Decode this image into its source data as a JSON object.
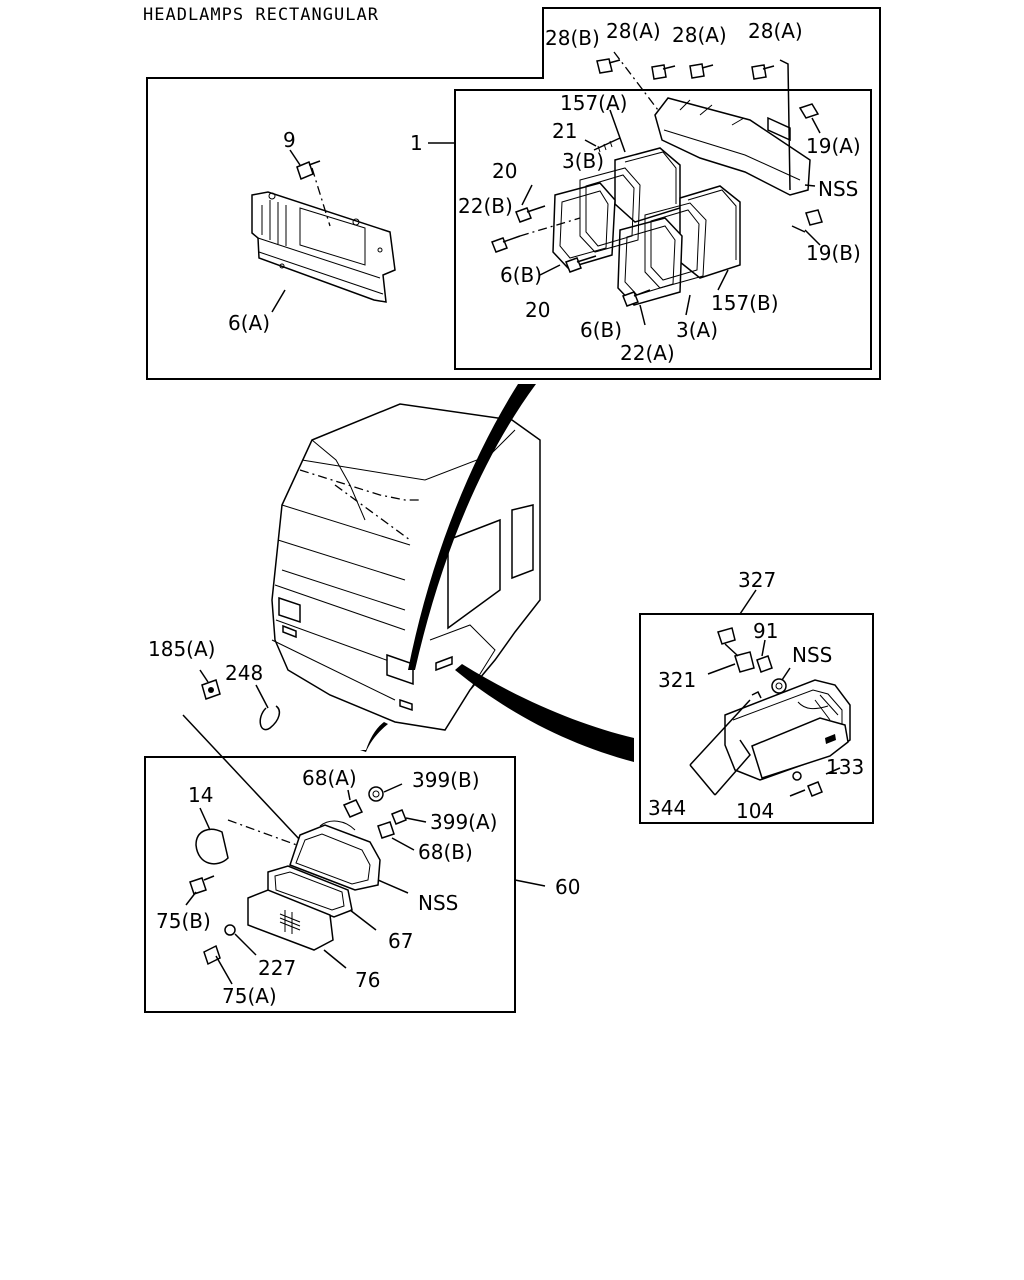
{
  "title": "HEADLAMPS RECTANGULAR",
  "labels": {
    "p28B": "28(B)",
    "p28A_1": "28(A)",
    "p28A_2": "28(A)",
    "p28A_3": "28(A)",
    "p157A": "157(A)",
    "p21": "21",
    "p1": "1",
    "p9": "9",
    "p19A": "19(A)",
    "p3B": "3(B)",
    "p20a": "20",
    "pNSS1": "NSS",
    "p22B": "22(B)",
    "p19B": "19(B)",
    "p6B_1": "6(B)",
    "p20b": "20",
    "p157B": "157(B)",
    "p6A": "6(A)",
    "p6B_2": "6(B)",
    "p3A": "3(A)",
    "p22A": "22(A)",
    "p327": "327",
    "p91": "91",
    "pNSS2": "NSS",
    "p321": "321",
    "p185A": "185(A)",
    "p248": "248",
    "p133": "133",
    "p344": "344",
    "p104": "104",
    "p68A": "68(A)",
    "p399B": "399(B)",
    "p14": "14",
    "p399A": "399(A)",
    "p68B": "68(B)",
    "p60": "60",
    "pNSS3": "NSS",
    "p75B": "75(B)",
    "p67": "67",
    "p227": "227",
    "p76": "76",
    "p75A": "75(A)"
  }
}
